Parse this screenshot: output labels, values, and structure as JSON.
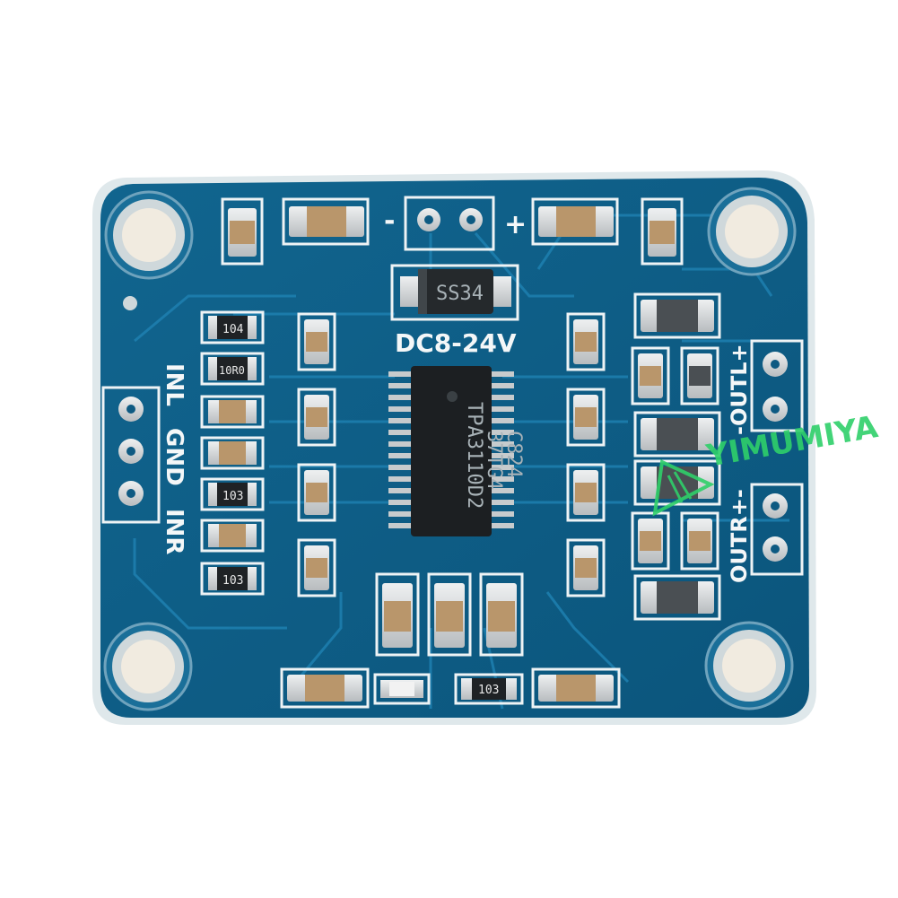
{
  "board": {
    "colors": {
      "pcb": "#0f5f8a",
      "pcb_edge": "#d8e4e8",
      "trace": "#1a78a6",
      "pad": "#d7dadc",
      "silkscreen": "#f4f7f8",
      "ic_body": "#1c1f22",
      "capacitor": "#b9966b",
      "watermark": "#2fd06a"
    },
    "ic": {
      "line1": "TPA3110D2",
      "line2": "37TG4",
      "line3": "C824"
    },
    "diode_label": "SS34",
    "voltage_label": "DC8-24V",
    "polarity_minus": "-",
    "polarity_plus": "+",
    "left_header_labels": [
      "INL",
      "GND",
      "INR"
    ],
    "right_top_label": "-OUTL+",
    "right_bottom_label": "OUTR+-",
    "resistor_codes": [
      "104",
      "10R0",
      "103",
      "103",
      "103"
    ]
  },
  "watermark": {
    "text": "YIMUMIYA"
  }
}
